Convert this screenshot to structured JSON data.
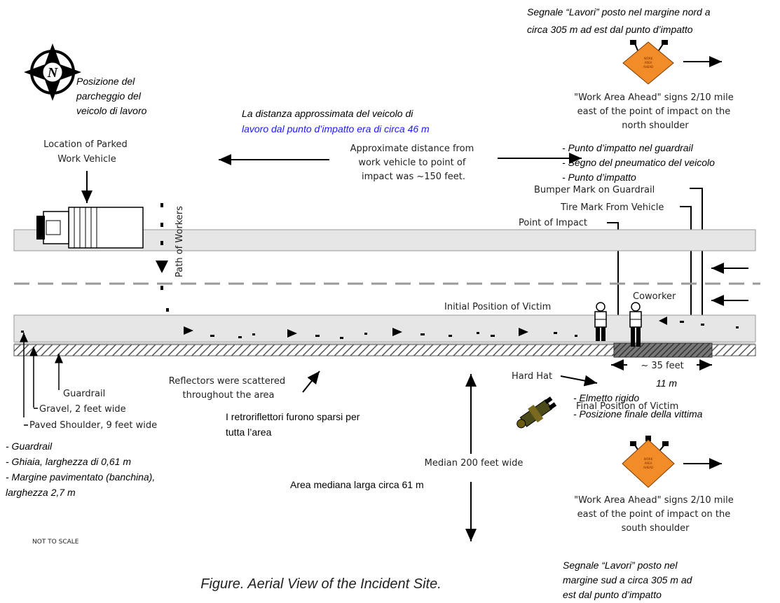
{
  "north_note_it": {
    "line1": "Segnale “Lavori” posto nel margine nord a",
    "line2": "circa  305 m ad est dal punto d’impatto"
  },
  "north_sign_en": {
    "line1": "\"Work Area Ahead\" signs 2/10 mile",
    "line2": "east of the point of impact on the",
    "line3": "north shoulder"
  },
  "sign_face": {
    "line1": "WORK",
    "line2": "AREA",
    "line3": "AHEAD"
  },
  "parking_it": {
    "line1": "Posizione del",
    "line2": "parcheggio del",
    "line3": "veicolo di lavoro"
  },
  "compass": {
    "letter": "N"
  },
  "distance_it": {
    "line1": "La distanza approssimata del veicolo di",
    "line2": "lavoro dal punto d’impatto era di circa 46 m"
  },
  "parked_en": {
    "line1": "Location of Parked",
    "line2": "Work Vehicle"
  },
  "distance_en": {
    "line1": "Approximate distance from",
    "line2": "work vehicle to point of",
    "line3": "impact was ~150 feet."
  },
  "impact_it": {
    "line1": "- Punto d’impatto nel guardrail",
    "line2": "- Segno del pneumatico del veicolo",
    "line3": "- Punto d’impatto"
  },
  "labels_en": {
    "bumper": "Bumper Mark on Guardrail",
    "tire": "Tire Mark From Vehicle",
    "poi": "Point of Impact",
    "path": "Path of Workers",
    "coworker": "Coworker",
    "initial": "Initial Position of Victim",
    "feet35": "~ 35 feet",
    "hardhat": "Hard Hat",
    "final": "Final Position of Victim",
    "reflectors1": "Reflectors were scattered",
    "reflectors2": "throughout the area",
    "guardrail": "Guardrail",
    "gravel": "Gravel, 2 feet wide",
    "paved": "Paved Shoulder, 9 feet wide",
    "median": "Median 200 feet wide",
    "not_to_scale": "NOT TO SCALE"
  },
  "m11": "11  m",
  "hat_it": {
    "line1": "- Elmetto rigido",
    "line2": "- Posizione finale della vittima"
  },
  "reflectors_it": {
    "line1": "I retroriflettori furono sparsi per",
    "line2": "tutta l’area"
  },
  "legend_it": {
    "line1": "- Guardrail",
    "line2": "- Ghiaia, larghezza di 0,61 m",
    "line3": "- Margine pavimentato (banchina),",
    "line4": "larghezza 2,7 m"
  },
  "median_it": "Area mediana larga circa 61 m",
  "south_sign_en": {
    "line1": "\"Work Area Ahead\" signs 2/10 mile",
    "line2": "east of the point of impact on the",
    "line3": "south shoulder"
  },
  "south_note_it": {
    "line1": "Segnale “Lavori” posto nel",
    "line2": "margine sud a circa  305 m ad",
    "line3": "est dal punto d’impatto"
  },
  "caption": "Figure. Aerial View of the Incident Site.",
  "colors": {
    "road": "#e6e6e6",
    "sign": "#f28c28",
    "hatch": "#555555"
  }
}
